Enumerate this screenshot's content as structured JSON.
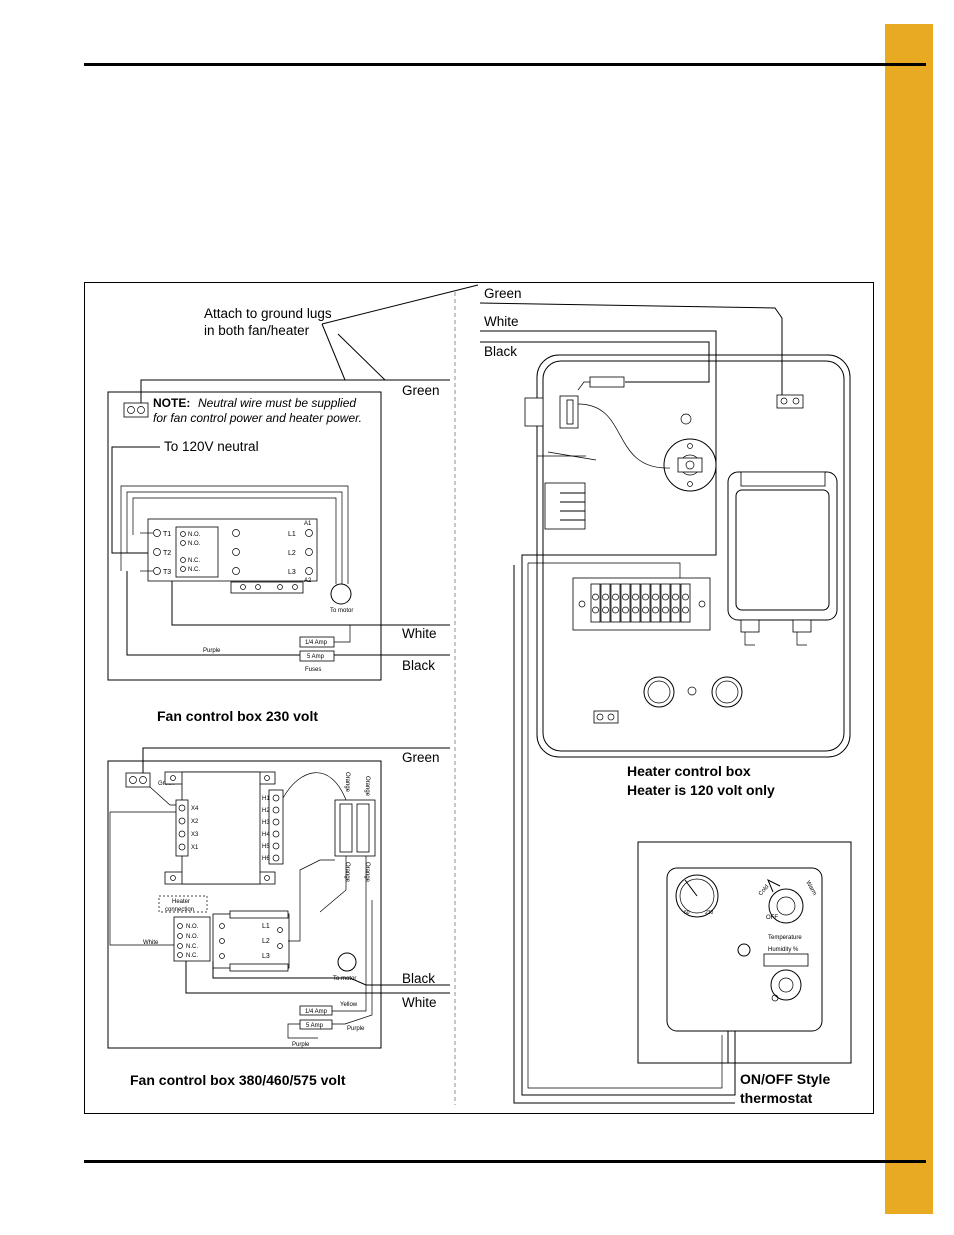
{
  "labels": {
    "attach_line1": "Attach to ground lugs",
    "attach_line2": "in both fan/heater",
    "note_bold": "NOTE:",
    "note_line1": "Neutral wire must be supplied",
    "note_line2": "for fan control power and heater power.",
    "to_neutral": "To 120V neutral",
    "green": "Green",
    "white": "White",
    "black": "Black",
    "purple": "Purple",
    "yellow": "Yellow",
    "orange": "Orange",
    "to_motor": "To motor",
    "fuses": "Fuses",
    "amp_14": "1/4 Amp",
    "amp_5": "5 Amp",
    "no": "N.O.",
    "nc": "N.C.",
    "t1": "T1",
    "t2": "T2",
    "t3": "T3",
    "l1": "L1",
    "l2": "L2",
    "l3": "L3",
    "a1": "A1",
    "a2": "A2",
    "x4": "X4",
    "x2": "X2",
    "x3": "X3",
    "x1": "X1",
    "h1": "H1",
    "h2": "H2",
    "h3": "H3",
    "h4": "H4",
    "h5": "H5",
    "h6": "H6",
    "heater_conn_1": "Heater",
    "heater_conn_2": "connection",
    "temperature": "Temperature",
    "humidity": "Humidity %",
    "cold": "Cold",
    "warm": "Warm",
    "off": "OFF"
  },
  "captions": {
    "fan_230": "Fan control box 230 volt",
    "fan_380": "Fan control box 380/460/575 volt",
    "heater_1": "Heater control box",
    "heater_2": "Heater is 120 volt only",
    "thermostat_1": "ON/OFF Style",
    "thermostat_2": "thermostat"
  },
  "colors": {
    "tab": "#e8a923",
    "ink": "#000000"
  }
}
